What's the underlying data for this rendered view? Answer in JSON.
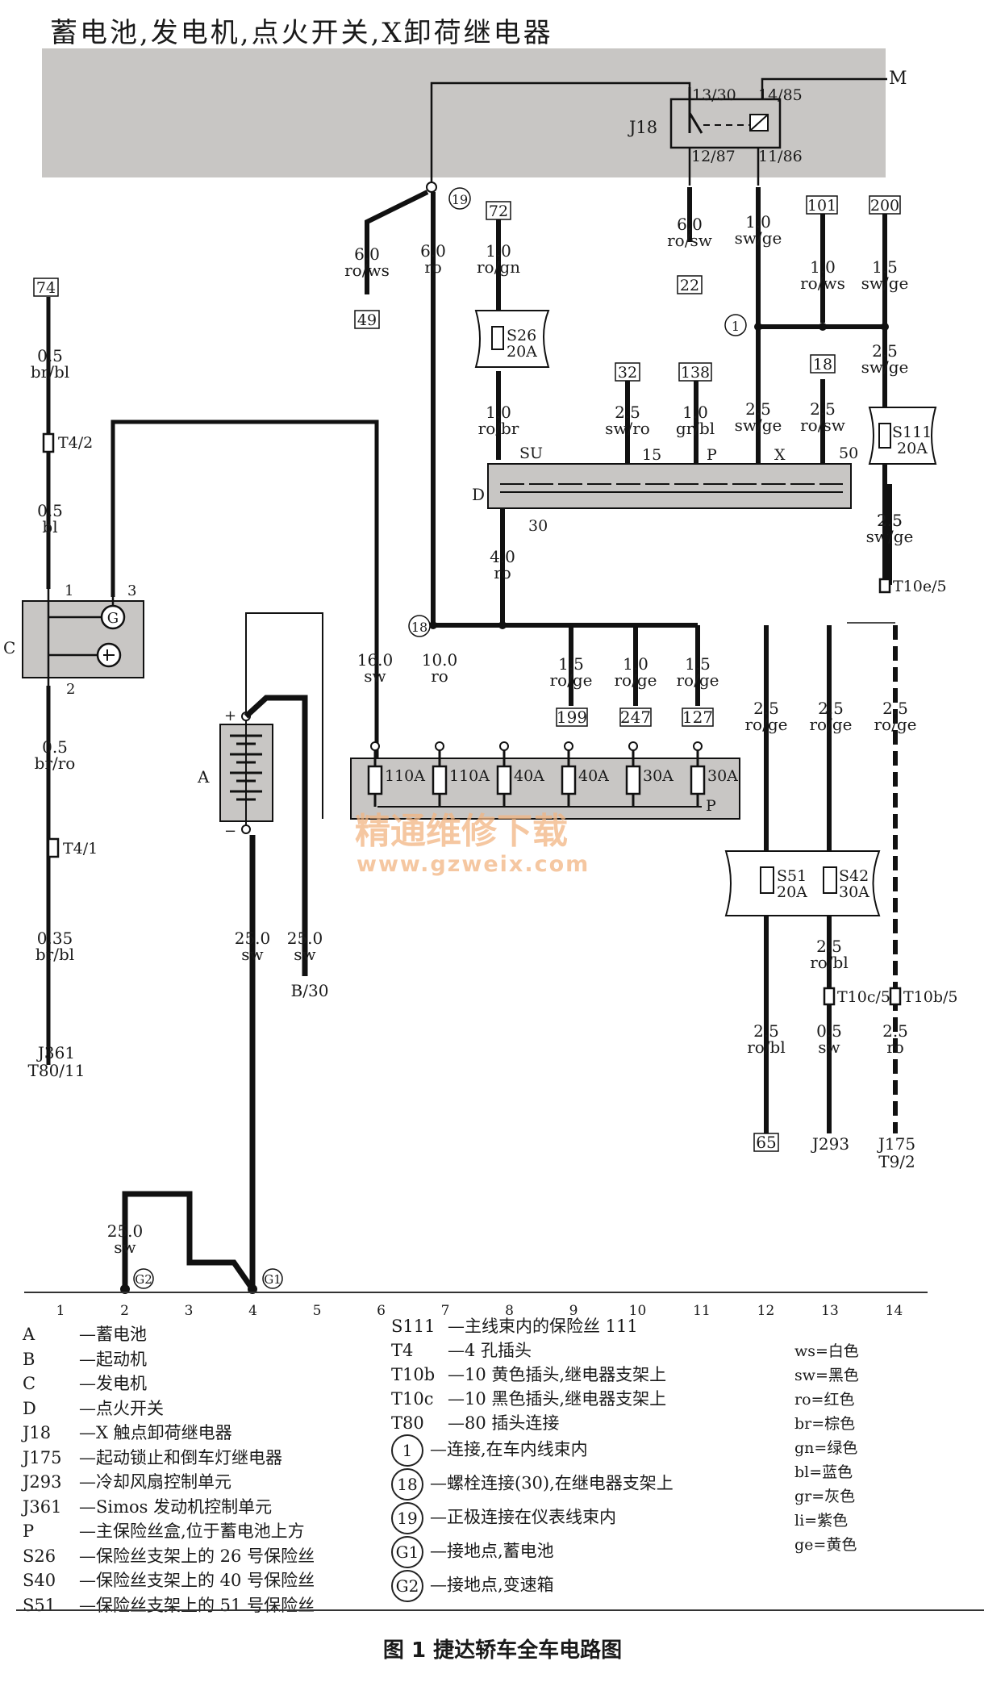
{
  "title": "蓄电池,发电机,点火开关,X卸荷继电器",
  "watermark": {
    "line1": "精通维修下载",
    "line2": "www.gzweix.com"
  },
  "caption": "图 1   捷达轿车全车电路图",
  "relay": {
    "name": "J18",
    "pins": [
      "13/30",
      "14/85",
      "12/87",
      "11/86"
    ],
    "ground_label": "M"
  },
  "nodes": {
    "n19": "19",
    "n18": "18",
    "n1": "1",
    "g1": "G1",
    "g2": "G2"
  },
  "wires": [
    {
      "id": "w1",
      "size": "6.0",
      "color": "ro/ws",
      "dest": "49"
    },
    {
      "id": "w2",
      "size": "6.0",
      "color": "ro"
    },
    {
      "id": "w3",
      "size": "1.0",
      "color": "ro/gn",
      "src": "72"
    },
    {
      "id": "w4",
      "size": "6.0",
      "color": "ro/sw",
      "dest": "22"
    },
    {
      "id": "w5",
      "size": "1.0",
      "color": "sw/ge"
    },
    {
      "id": "w6",
      "size": "1.0",
      "color": "ro/ws",
      "src": "101"
    },
    {
      "id": "w7",
      "size": "1.5",
      "color": "sw/ge",
      "src": "200"
    },
    {
      "id": "w8",
      "size": "2.5",
      "color": "sw/ge"
    },
    {
      "id": "w9",
      "size": "1.0",
      "color": "ro/br"
    },
    {
      "id": "w10",
      "size": "2.5",
      "color": "sw/ro",
      "src": "32"
    },
    {
      "id": "w11",
      "size": "1.0",
      "color": "gr/bl",
      "src": "138"
    },
    {
      "id": "w12",
      "size": "2.5",
      "color": "sw/ge"
    },
    {
      "id": "w13",
      "size": "2.5",
      "color": "ro/sw",
      "src": "18"
    },
    {
      "id": "w14",
      "size": "2.5",
      "color": "sw/ge"
    },
    {
      "id": "w15",
      "size": "4.0",
      "color": "ro"
    },
    {
      "id": "w16",
      "size": "1.5",
      "color": "ro/ge",
      "dest": "199"
    },
    {
      "id": "w17",
      "size": "1.0",
      "color": "ro/ge",
      "dest": "247"
    },
    {
      "id": "w18",
      "size": "1.5",
      "color": "ro/ge",
      "dest": "127"
    },
    {
      "id": "w19",
      "size": "2.5",
      "color": "ro/ge"
    },
    {
      "id": "w20",
      "size": "2.5",
      "color": "ro/ge"
    },
    {
      "id": "w21",
      "size": "2.5",
      "color": "ro/ge"
    },
    {
      "id": "w22",
      "size": "0.5",
      "color": "br/bl",
      "src": "74"
    },
    {
      "id": "w23",
      "size": "0.5",
      "color": "bl"
    },
    {
      "id": "w24",
      "size": "0.5",
      "color": "br/ro"
    },
    {
      "id": "w25",
      "size": "0.35",
      "color": "br/bl"
    },
    {
      "id": "w26",
      "size": "16.0",
      "color": "sw"
    },
    {
      "id": "w27",
      "size": "10.0",
      "color": "ro"
    },
    {
      "id": "w28",
      "size": "25.0",
      "color": "sw"
    },
    {
      "id": "w29",
      "size": "25.0",
      "color": "sw"
    },
    {
      "id": "w30",
      "size": "25.0",
      "color": "sw"
    },
    {
      "id": "w31",
      "size": "2.5",
      "color": "ro/bl"
    },
    {
      "id": "w32",
      "size": "2.5",
      "color": "ro/bl",
      "dest": "65"
    },
    {
      "id": "w33",
      "size": "0.5",
      "color": "sw"
    },
    {
      "id": "w34",
      "size": "2.5",
      "color": "ro"
    }
  ],
  "connectors": {
    "t42": "T4/2",
    "t41": "T4/1",
    "t10e": "T10e/5",
    "t10c": "T10c/5",
    "t10b": "T10b/5"
  },
  "fuses": {
    "s26": {
      "name": "S26",
      "rating": "20A"
    },
    "s111": {
      "name": "S111",
      "rating": "20A"
    },
    "s51": {
      "name": "S51",
      "rating": "20A"
    },
    "s42": {
      "name": "S42",
      "rating": "30A"
    },
    "main_box": [
      "110A",
      "110A",
      "40A",
      "40A",
      "30A",
      "30A"
    ],
    "main_box_label": "P"
  },
  "ignition_switch": {
    "label": "D",
    "terminals": [
      "SU",
      "15",
      "P",
      "X",
      "50"
    ],
    "input": "30"
  },
  "generator": {
    "label": "C",
    "pins": [
      "1",
      "3",
      "2"
    ]
  },
  "battery": {
    "label": "A",
    "plus": "+",
    "minus": "−"
  },
  "ends": {
    "j361": "J361",
    "t80": "T80/11",
    "b30": "B/30",
    "j293": "J293",
    "j175": "J175",
    "t92": "T9/2"
  },
  "columns": [
    "1",
    "2",
    "3",
    "4",
    "5",
    "6",
    "7",
    "8",
    "9",
    "10",
    "11",
    "12",
    "13",
    "14"
  ],
  "legend_left": [
    {
      "code": "A",
      "desc": "—蓄电池"
    },
    {
      "code": "B",
      "desc": "—起动机"
    },
    {
      "code": "C",
      "desc": "—发电机"
    },
    {
      "code": "D",
      "desc": "—点火开关"
    },
    {
      "code": "J18",
      "desc": "—X 触点卸荷继电器"
    },
    {
      "code": "J175",
      "desc": "—起动锁止和倒车灯继电器"
    },
    {
      "code": "J293",
      "desc": "—冷却风扇控制单元"
    },
    {
      "code": "J361",
      "desc": "—Simos 发动机控制单元"
    },
    {
      "code": "P",
      "desc": "—主保险丝盒,位于蓄电池上方"
    },
    {
      "code": "S26",
      "desc": "—保险丝支架上的 26 号保险丝"
    },
    {
      "code": "S40",
      "desc": "—保险丝支架上的 40 号保险丝"
    },
    {
      "code": "S51",
      "desc": "—保险丝支架上的 51 号保险丝"
    }
  ],
  "legend_mid": [
    {
      "code": "S111",
      "desc": "—主线束内的保险丝 111"
    },
    {
      "code": "T4",
      "desc": "—4 孔插头"
    },
    {
      "code": "T10b",
      "desc": "—10 黄色插头,继电器支架上"
    },
    {
      "code": "T10c",
      "desc": "—10 黑色插头,继电器支架上"
    },
    {
      "code": "T80",
      "desc": "—80 插头连接"
    }
  ],
  "legend_circles": [
    {
      "code": "1",
      "desc": "—连接,在车内线束内"
    },
    {
      "code": "18",
      "desc": "—螺栓连接(30),在继电器支架上"
    },
    {
      "code": "19",
      "desc": "—正极连接在仪表线束内"
    },
    {
      "code": "G1",
      "desc": "—接地点,蓄电池"
    },
    {
      "code": "G2",
      "desc": "—接地点,变速箱"
    }
  ],
  "legend_colors": [
    "ws=白色",
    "sw=黑色",
    "ro=红色",
    "br=棕色",
    "gn=绿色",
    "bl=蓝色",
    "gr=灰色",
    "li=紫色",
    "ge=黄色"
  ]
}
